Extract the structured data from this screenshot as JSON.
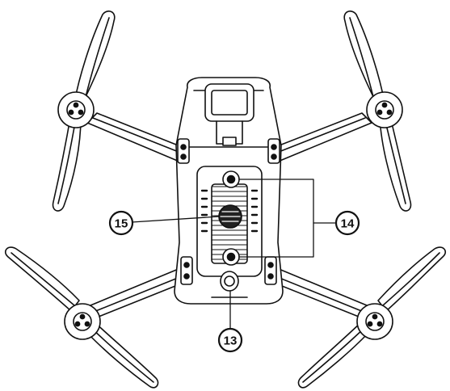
{
  "diagram": {
    "callouts": [
      {
        "id": "c13",
        "label": "13"
      },
      {
        "id": "c14",
        "label": "14"
      },
      {
        "id": "c15",
        "label": "15"
      }
    ],
    "colors": {
      "stroke": "#111111",
      "fill": "#ffffff",
      "dark": "#222222"
    }
  }
}
